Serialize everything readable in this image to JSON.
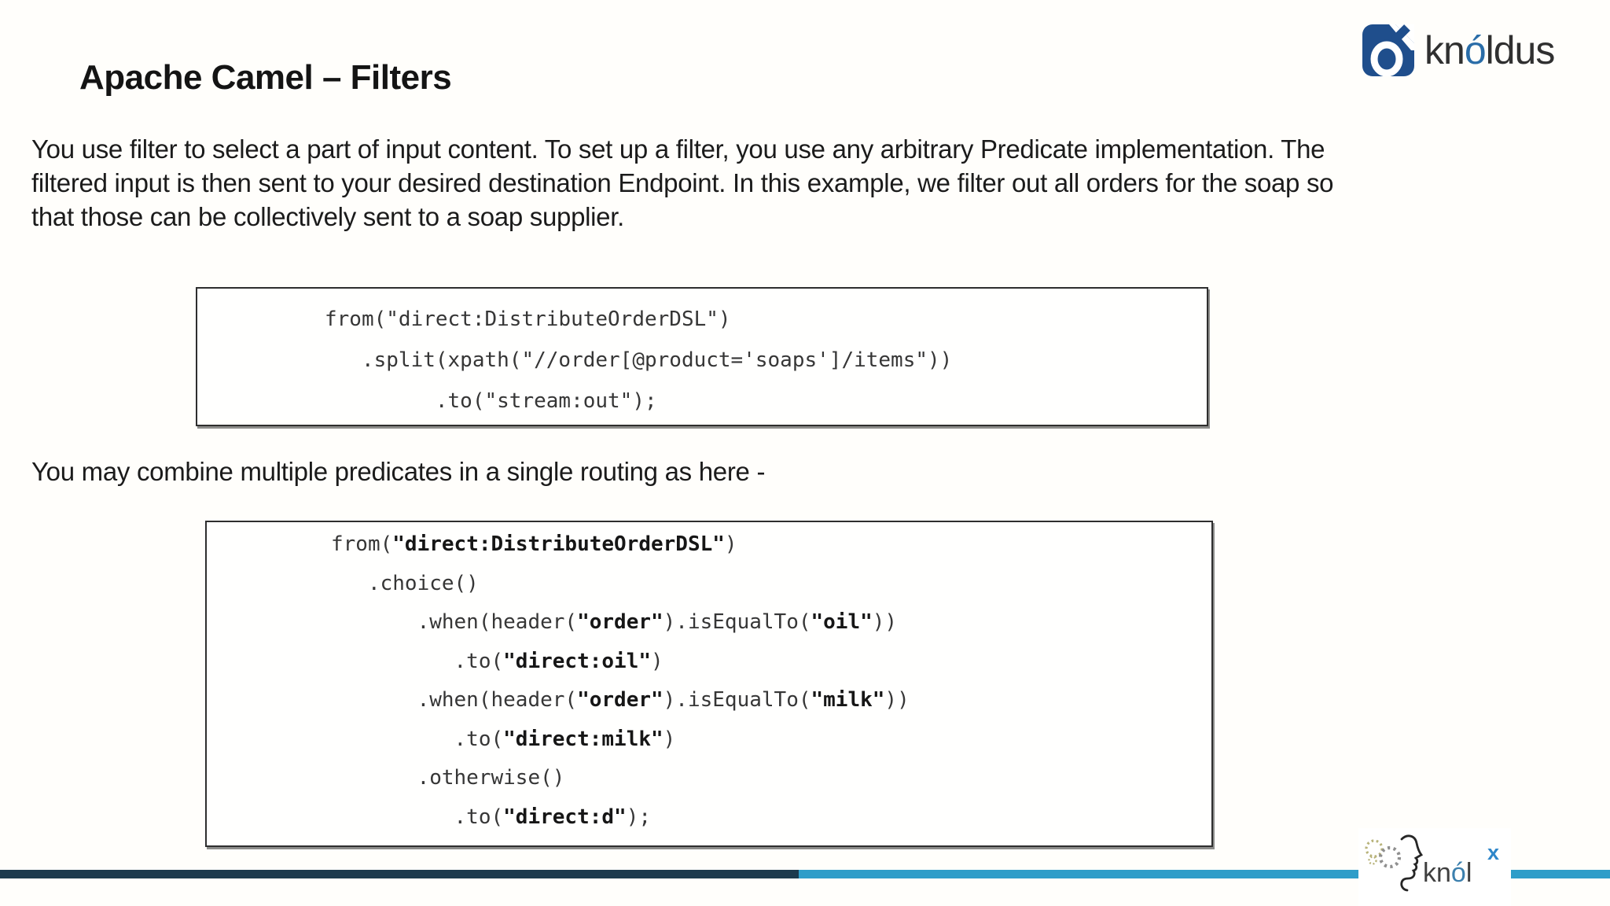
{
  "header": {
    "title": "Apache Camel – Filters",
    "logo": {
      "part1": "kn",
      "accent": "ó",
      "part2": "ldus",
      "icon_color": "#1f4e8c",
      "accent_color": "#2a6da8",
      "text_color": "#303030"
    }
  },
  "intro": {
    "lines": [
      "You use filter to select a part of input content. To set up a filter, you use any arbitrary Predicate implementation. The",
      "filtered input is then sent to your desired destination Endpoint. In this example, we filter out all orders for the soap so",
      "that those can be collectively sent to a soap supplier."
    ]
  },
  "middle_note": "You may combine multiple predicates in a single routing as here -",
  "code_blocks": [
    {
      "lines": [
        [
          {
            "t": "from(\"direct:DistributeOrderDSL\")",
            "b": false
          }
        ],
        [
          {
            "t": "   .split(xpath(\"//order[@product='soaps']/items\"))",
            "b": false
          }
        ],
        [
          {
            "t": "         .to(\"stream:out\");",
            "b": false
          }
        ]
      ]
    },
    {
      "lines": [
        [
          {
            "t": "from(",
            "b": false
          },
          {
            "t": "\"direct:DistributeOrderDSL\"",
            "b": true
          },
          {
            "t": ")",
            "b": false
          }
        ],
        [
          {
            "t": "   .choice()",
            "b": false
          }
        ],
        [
          {
            "t": "       .when(header(",
            "b": false
          },
          {
            "t": "\"order\"",
            "b": true
          },
          {
            "t": ").isEqualTo(",
            "b": false
          },
          {
            "t": "\"oil\"",
            "b": true
          },
          {
            "t": "))",
            "b": false
          }
        ],
        [
          {
            "t": "          .to(",
            "b": false
          },
          {
            "t": "\"direct:oil\"",
            "b": true
          },
          {
            "t": ")",
            "b": false
          }
        ],
        [
          {
            "t": "       .when(header(",
            "b": false
          },
          {
            "t": "\"order\"",
            "b": true
          },
          {
            "t": ").isEqualTo(",
            "b": false
          },
          {
            "t": "\"milk\"",
            "b": true
          },
          {
            "t": "))",
            "b": false
          }
        ],
        [
          {
            "t": "          .to(",
            "b": false
          },
          {
            "t": "\"direct:milk\"",
            "b": true
          },
          {
            "t": ")",
            "b": false
          }
        ],
        [
          {
            "t": "       .otherwise()",
            "b": false
          }
        ],
        [
          {
            "t": "          .to(",
            "b": false
          },
          {
            "t": "\"direct:d\"",
            "b": true
          },
          {
            "t": ");",
            "b": false
          }
        ]
      ]
    }
  ],
  "footer": {
    "bar_dark_color": "#1c3a4e",
    "bar_light_color": "#2e9dc9",
    "knolx": {
      "part1": "kn",
      "accent": "ó",
      "part2": "l",
      "sup": "x"
    }
  }
}
